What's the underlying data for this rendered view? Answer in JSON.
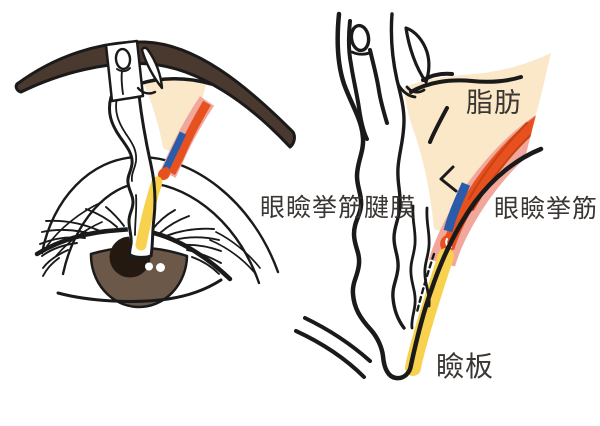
{
  "figure": {
    "type": "eyelid-anatomy-diagram",
    "background_color": "#ffffff",
    "outline_color": "#1a1a1a",
    "text_color": "#3a3633",
    "labels": {
      "fat": "脂肪",
      "levator_aponeurosis": "眼瞼挙筋腱膜",
      "levator_muscle": "眼瞼挙筋",
      "tarsal_plate": "瞼板"
    },
    "colors": {
      "eyebrow_brown": "#4a392e",
      "fat_cream": "#fae8c8",
      "muscle_orange": "#e6511f",
      "muscle_streak_red": "#c8430f",
      "muscle_pink": "#f2a79c",
      "muscle_blue": "#2a5caa",
      "tarsal_yellow": "#f8d24e",
      "iris_brown": "#6c5849",
      "pupil_dark": "#241910"
    }
  }
}
